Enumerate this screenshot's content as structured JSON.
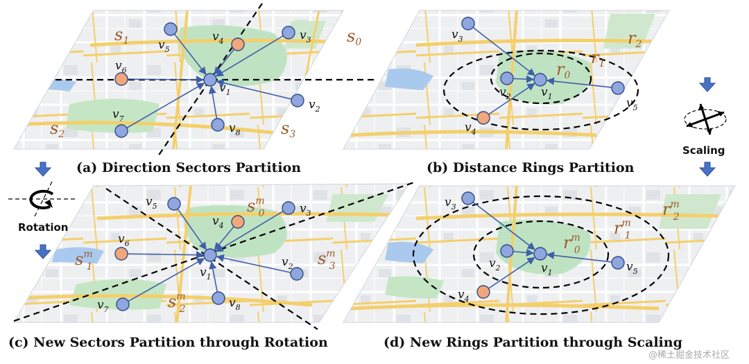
{
  "panels": [
    {
      "id": "a",
      "caption": "(a) Direction Sectors Partition",
      "nodes": [
        {
          "id": "v1",
          "base": "v",
          "sub": "1",
          "fill": "#8fa6df"
        },
        {
          "id": "v2",
          "base": "v",
          "sub": "2",
          "fill": "#8fa6df"
        },
        {
          "id": "v3",
          "base": "v",
          "sub": "3",
          "fill": "#8fa6df"
        },
        {
          "id": "v4",
          "base": "v",
          "sub": "4",
          "fill": "#f2a77a"
        },
        {
          "id": "v5",
          "base": "v",
          "sub": "5",
          "fill": "#8fa6df"
        },
        {
          "id": "v6",
          "base": "v",
          "sub": "6",
          "fill": "#f2a77a"
        },
        {
          "id": "v7",
          "base": "v",
          "sub": "7",
          "fill": "#8fa6df"
        },
        {
          "id": "v8",
          "base": "v",
          "sub": "8",
          "fill": "#8fa6df"
        }
      ],
      "regions": [
        {
          "base": "s",
          "sub": "0",
          "sup": ""
        },
        {
          "base": "s",
          "sub": "1",
          "sup": ""
        },
        {
          "base": "s",
          "sub": "2",
          "sup": ""
        },
        {
          "base": "s",
          "sub": "3",
          "sup": ""
        }
      ]
    },
    {
      "id": "b",
      "caption": "(b) Distance Rings Partition",
      "nodes": [
        {
          "id": "v1",
          "base": "v",
          "sub": "1",
          "fill": "#8fa6df"
        },
        {
          "id": "v2",
          "base": "v",
          "sub": "2",
          "fill": "#8fa6df"
        },
        {
          "id": "v3",
          "base": "v",
          "sub": "3",
          "fill": "#8fa6df"
        },
        {
          "id": "v4",
          "base": "v",
          "sub": "4",
          "fill": "#f2a77a"
        },
        {
          "id": "v5",
          "base": "v",
          "sub": "5",
          "fill": "#8fa6df"
        }
      ],
      "regions": [
        {
          "base": "r",
          "sub": "0",
          "sup": ""
        },
        {
          "base": "r",
          "sub": "1",
          "sup": ""
        },
        {
          "base": "r",
          "sub": "2",
          "sup": ""
        }
      ]
    },
    {
      "id": "c",
      "caption": "(c) New Sectors Partition through Rotation",
      "nodes": [
        {
          "id": "v1",
          "base": "v",
          "sub": "1",
          "fill": "#8fa6df"
        },
        {
          "id": "v2",
          "base": "v",
          "sub": "2",
          "fill": "#8fa6df"
        },
        {
          "id": "v3",
          "base": "v",
          "sub": "3",
          "fill": "#8fa6df"
        },
        {
          "id": "v4",
          "base": "v",
          "sub": "4",
          "fill": "#f2a77a"
        },
        {
          "id": "v5",
          "base": "v",
          "sub": "5",
          "fill": "#8fa6df"
        },
        {
          "id": "v6",
          "base": "v",
          "sub": "6",
          "fill": "#f2a77a"
        },
        {
          "id": "v7",
          "base": "v",
          "sub": "7",
          "fill": "#8fa6df"
        },
        {
          "id": "v8",
          "base": "v",
          "sub": "8",
          "fill": "#8fa6df"
        }
      ],
      "regions": [
        {
          "base": "s",
          "sub": "0",
          "sup": "m"
        },
        {
          "base": "s",
          "sub": "1",
          "sup": "m"
        },
        {
          "base": "s",
          "sub": "2",
          "sup": "m"
        },
        {
          "base": "s",
          "sub": "3",
          "sup": "m"
        }
      ]
    },
    {
      "id": "d",
      "caption": "(d) New Rings Partition through Scaling",
      "nodes": [
        {
          "id": "v1",
          "base": "v",
          "sub": "1",
          "fill": "#8fa6df"
        },
        {
          "id": "v2",
          "base": "v",
          "sub": "2",
          "fill": "#8fa6df"
        },
        {
          "id": "v3",
          "base": "v",
          "sub": "3",
          "fill": "#8fa6df"
        },
        {
          "id": "v4",
          "base": "v",
          "sub": "4",
          "fill": "#f2a77a"
        },
        {
          "id": "v5",
          "base": "v",
          "sub": "5",
          "fill": "#8fa6df"
        }
      ],
      "regions": [
        {
          "base": "r",
          "sub": "0",
          "sup": "m"
        },
        {
          "base": "r",
          "sub": "1",
          "sup": "m"
        },
        {
          "base": "r",
          "sub": "2",
          "sup": "m"
        }
      ]
    }
  ],
  "operations": {
    "rotation": "Rotation",
    "scaling": "Scaling"
  },
  "watermark": "@稀土掘金技术社区",
  "colors": {
    "node_blue": "#8fa6df",
    "node_orange": "#f2a77a",
    "edge": "#3f5fa8",
    "region_label": "#9a5a2a",
    "arrow_down": "#4a72c4"
  }
}
